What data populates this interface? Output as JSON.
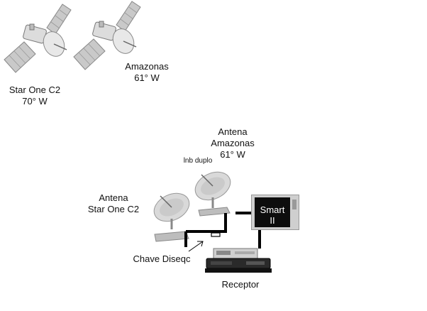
{
  "satellites": [
    {
      "name": "Star One C2",
      "position": "70° W"
    },
    {
      "name": "Amazonas",
      "position": "61° W"
    }
  ],
  "antennas": [
    {
      "title_line1": "Antena",
      "title_line2": "Star One C2"
    },
    {
      "title_line1": "Antena",
      "title_line2": "Amazonas",
      "title_line3": "61° W"
    }
  ],
  "labels": {
    "lnb": "lnb duplo",
    "switch": "Chave Diseqc",
    "receiver": "Receptor",
    "tv_line1": "Smart",
    "tv_line2": "II"
  }
}
